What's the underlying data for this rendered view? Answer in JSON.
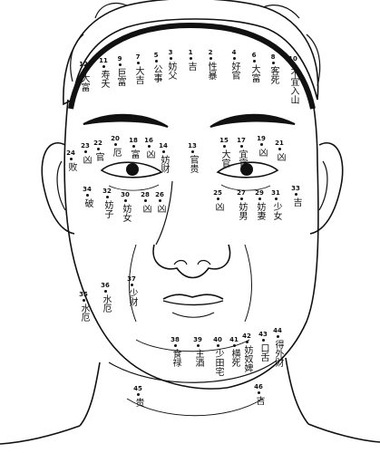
{
  "labels": [
    {
      "num": "1",
      "text": "吉"
    },
    {
      "num": "2",
      "text": "性暴"
    },
    {
      "num": "3",
      "text": "妨父"
    },
    {
      "num": "4",
      "text": "好官"
    },
    {
      "num": "5",
      "text": "公事"
    },
    {
      "num": "6",
      "text": "大富"
    },
    {
      "num": "7",
      "text": "大吉"
    },
    {
      "num": "8",
      "text": "客死"
    },
    {
      "num": "9",
      "text": "巨富"
    },
    {
      "num": "10",
      "text": "不宜入山"
    },
    {
      "num": "11",
      "text": "寿夭"
    },
    {
      "num": "12",
      "text": "大富"
    },
    {
      "num": "13",
      "text": "官贵"
    },
    {
      "num": "14",
      "text": "妨财"
    },
    {
      "num": "15",
      "text": "大官"
    },
    {
      "num": "16",
      "text": "凶"
    },
    {
      "num": "17",
      "text": "宜官"
    },
    {
      "num": "18",
      "text": "富"
    },
    {
      "num": "19",
      "text": "凶"
    },
    {
      "num": "20",
      "text": "厄"
    },
    {
      "num": "21",
      "text": "凶"
    },
    {
      "num": "22",
      "text": "官"
    },
    {
      "num": "23",
      "text": "凶"
    },
    {
      "num": "24",
      "text": "败"
    },
    {
      "num": "25",
      "text": "凶"
    },
    {
      "num": "26",
      "text": "凶"
    },
    {
      "num": "27",
      "text": "妨男"
    },
    {
      "num": "28",
      "text": "凶"
    },
    {
      "num": "29",
      "text": "妨妻"
    },
    {
      "num": "30",
      "text": "妨女"
    },
    {
      "num": "31",
      "text": "少女"
    },
    {
      "num": "32",
      "text": "妨子"
    },
    {
      "num": "33",
      "text": "吉"
    },
    {
      "num": "34",
      "text": "破"
    },
    {
      "num": "35",
      "text": "水厄"
    },
    {
      "num": "36",
      "text": "水厄"
    },
    {
      "num": "37",
      "text": "少财"
    },
    {
      "num": "38",
      "text": "食禄"
    },
    {
      "num": "39",
      "text": "主酒"
    },
    {
      "num": "40",
      "text": "少田宅"
    },
    {
      "num": "41",
      "text": "横死"
    },
    {
      "num": "42",
      "text": "妨奴婢"
    },
    {
      "num": "43",
      "text": "口舌"
    },
    {
      "num": "44",
      "text": "得外财"
    },
    {
      "num": "45",
      "text": "贵"
    },
    {
      "num": "46",
      "text": "吉"
    }
  ],
  "colors": {
    "ink": "#111111",
    "paper": "#ffffff"
  }
}
